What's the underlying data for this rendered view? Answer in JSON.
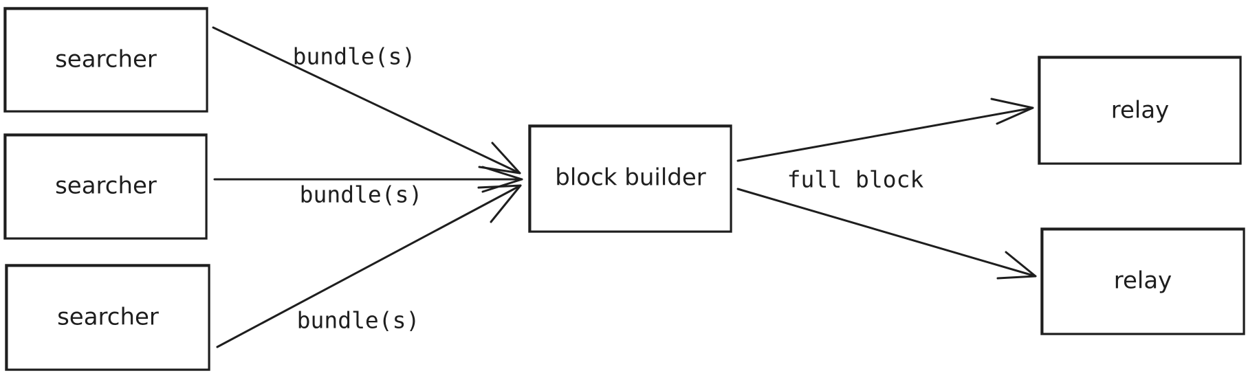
{
  "nodes": {
    "searcher_1": "searcher",
    "searcher_2": "searcher",
    "searcher_3": "searcher",
    "block_builder": "block builder",
    "relay_1": "relay",
    "relay_2": "relay"
  },
  "edges": {
    "searcher_1_to_builder": "bundle(s)",
    "searcher_2_to_builder": "bundle(s)",
    "searcher_3_to_builder": "bundle(s)",
    "builder_to_relays": "full block"
  },
  "colors": {
    "stroke": "#1e1e1e",
    "background": "#ffffff"
  }
}
